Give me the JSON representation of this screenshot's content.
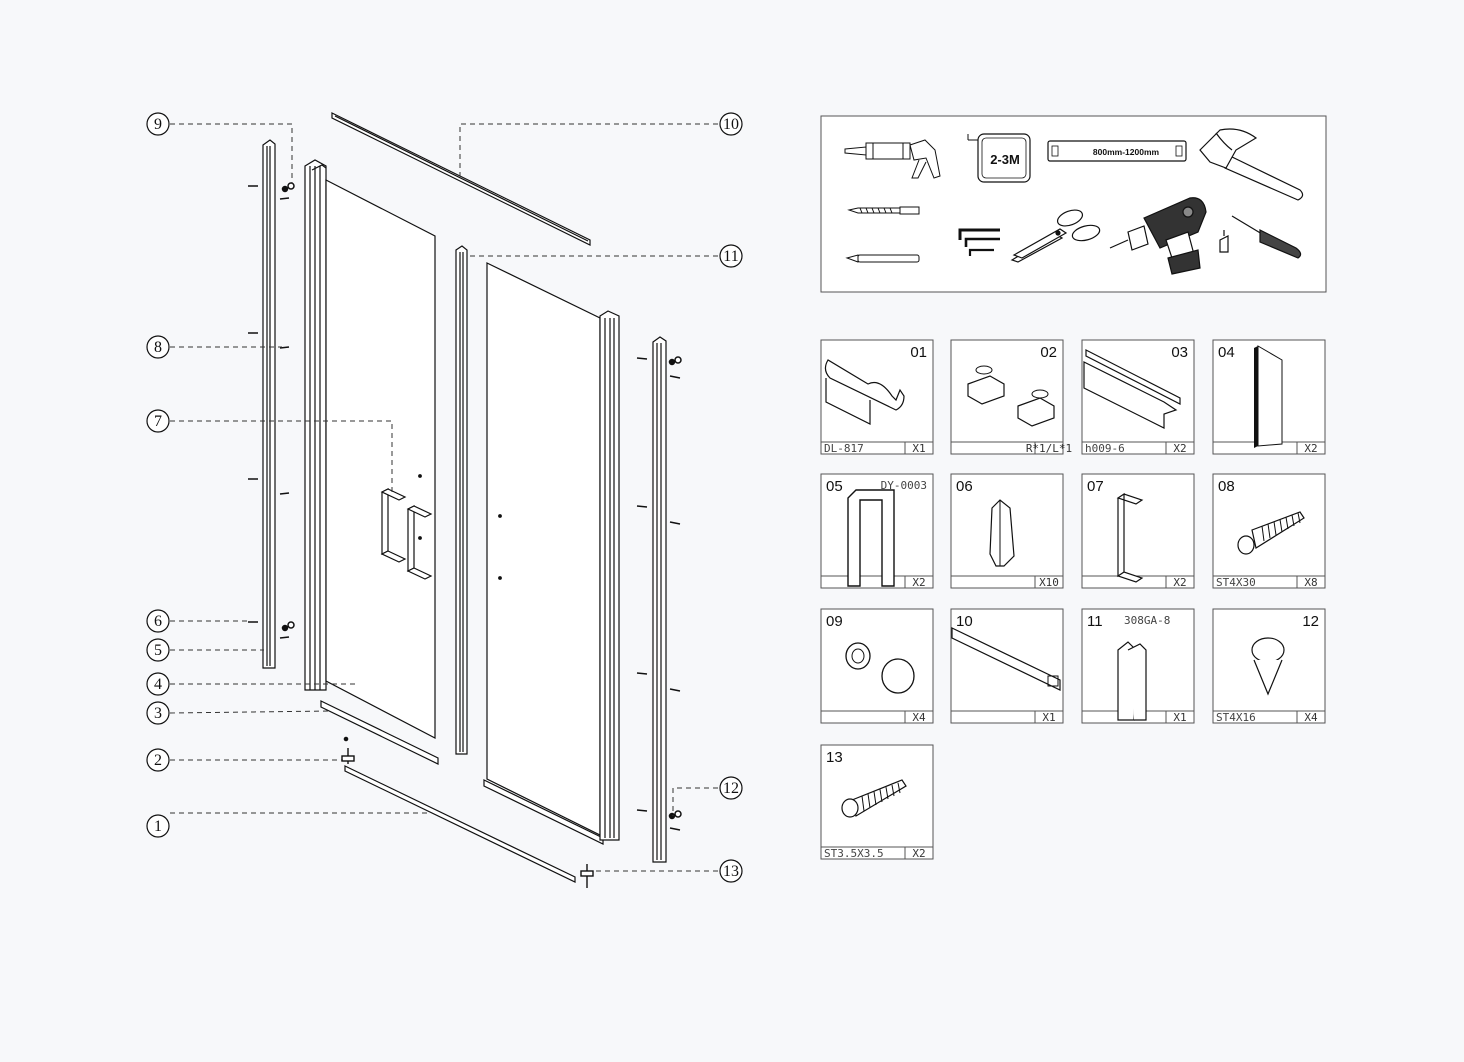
{
  "callouts": {
    "c1": "1",
    "c2": "2",
    "c3": "3",
    "c4": "4",
    "c5": "5",
    "c6": "6",
    "c7": "7",
    "c8": "8",
    "c9": "9",
    "c10": "10",
    "c11": "11",
    "c12": "12",
    "c13": "13"
  },
  "tools": {
    "tape_label": "2-3M",
    "level_label": "800mm-1200mm",
    "items": [
      "caulking-gun",
      "tape-measure",
      "spirit-level",
      "hammer",
      "drill-bit",
      "pencil",
      "allen-keys",
      "scissors",
      "power-drill",
      "screwdriver"
    ]
  },
  "parts": [
    {
      "no": "01",
      "code": "DL-817",
      "qty": "X1"
    },
    {
      "no": "02",
      "code": "",
      "qty": "R*1/L*1"
    },
    {
      "no": "03",
      "code": "h009-6",
      "qty": "X2"
    },
    {
      "no": "04",
      "code": "",
      "qty": "X2"
    },
    {
      "no": "05",
      "code": "DY-0003",
      "qty": "X2"
    },
    {
      "no": "06",
      "code": "",
      "qty": "X10"
    },
    {
      "no": "07",
      "code": "",
      "qty": "X2"
    },
    {
      "no": "08",
      "code": "ST4X30",
      "qty": "X8"
    },
    {
      "no": "09",
      "code": "",
      "qty": "X4"
    },
    {
      "no": "10",
      "code": "",
      "qty": "X1"
    },
    {
      "no": "11",
      "code": "308GA-8",
      "qty": "X1"
    },
    {
      "no": "12",
      "code": "ST4X16",
      "qty": "X4"
    },
    {
      "no": "13",
      "code": "ST3.5X3.5",
      "qty": "X2"
    }
  ]
}
